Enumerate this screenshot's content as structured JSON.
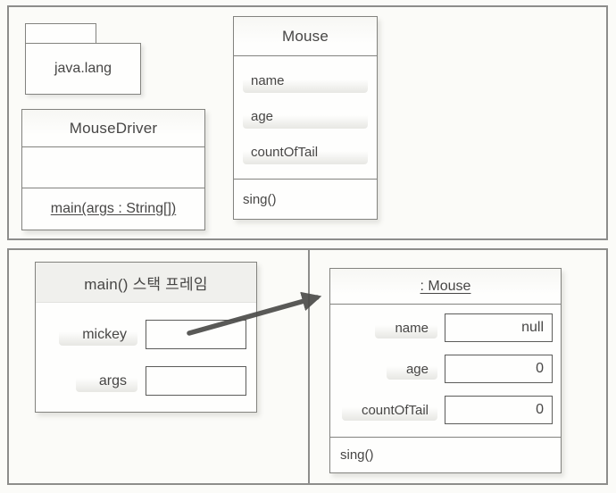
{
  "figure": {
    "kind": "uml-memory-diagram"
  },
  "colors": {
    "panel_border": "#8d8d8b",
    "box_border": "#83837f",
    "value_box_border": "#5c5c5a",
    "text": "#474645",
    "header_fill": "#f0f0ed",
    "pill_light": "#e7e7e3",
    "arrow": "#4d4d4b",
    "page_bg": "#fbfbf8",
    "box_bg": "#fefefd"
  },
  "class_area": {
    "package": {
      "name": "java.lang"
    },
    "driver_class": {
      "title": "MouseDriver",
      "fields": [],
      "methods": [
        "main(args : String[])"
      ]
    },
    "mouse_class": {
      "title": "Mouse",
      "fields": [
        "name",
        "age",
        "countOfTail"
      ],
      "methods": [
        "sing()"
      ]
    }
  },
  "memory_area": {
    "stack_frame": {
      "title": "main() 스택 프레임",
      "variables": [
        {
          "label": "mickey",
          "value": ""
        },
        {
          "label": "args",
          "value": ""
        }
      ]
    },
    "heap_object": {
      "title": ": Mouse",
      "fields": [
        {
          "label": "name",
          "value": "null"
        },
        {
          "label": "age",
          "value": "0"
        },
        {
          "label": "countOfTail",
          "value": "0"
        }
      ],
      "methods": [
        "sing()"
      ]
    }
  }
}
